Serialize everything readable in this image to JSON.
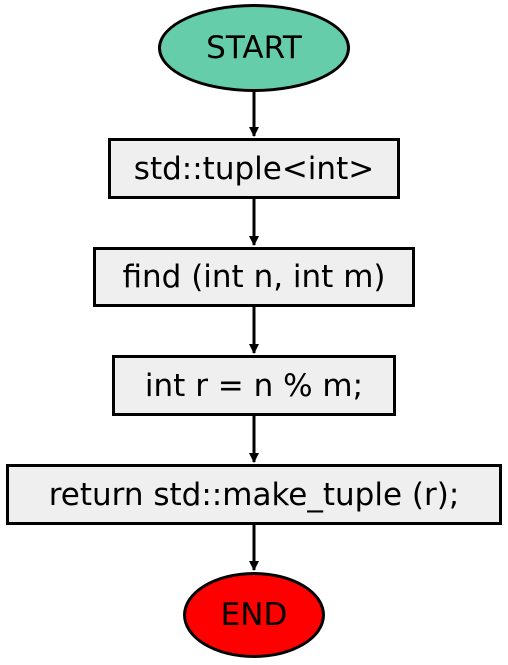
{
  "colors": {
    "start_fill": "#66cdaa",
    "end_fill": "#ff0000",
    "box_fill": "#efefef",
    "stroke": "#000000"
  },
  "nodes": {
    "start": "START",
    "return_type": "std::tuple<int>",
    "signature": "find (int n, int m)",
    "statement": "int r = n % m;",
    "return_stmt": "return std::make_tuple (r);",
    "end": "END"
  }
}
